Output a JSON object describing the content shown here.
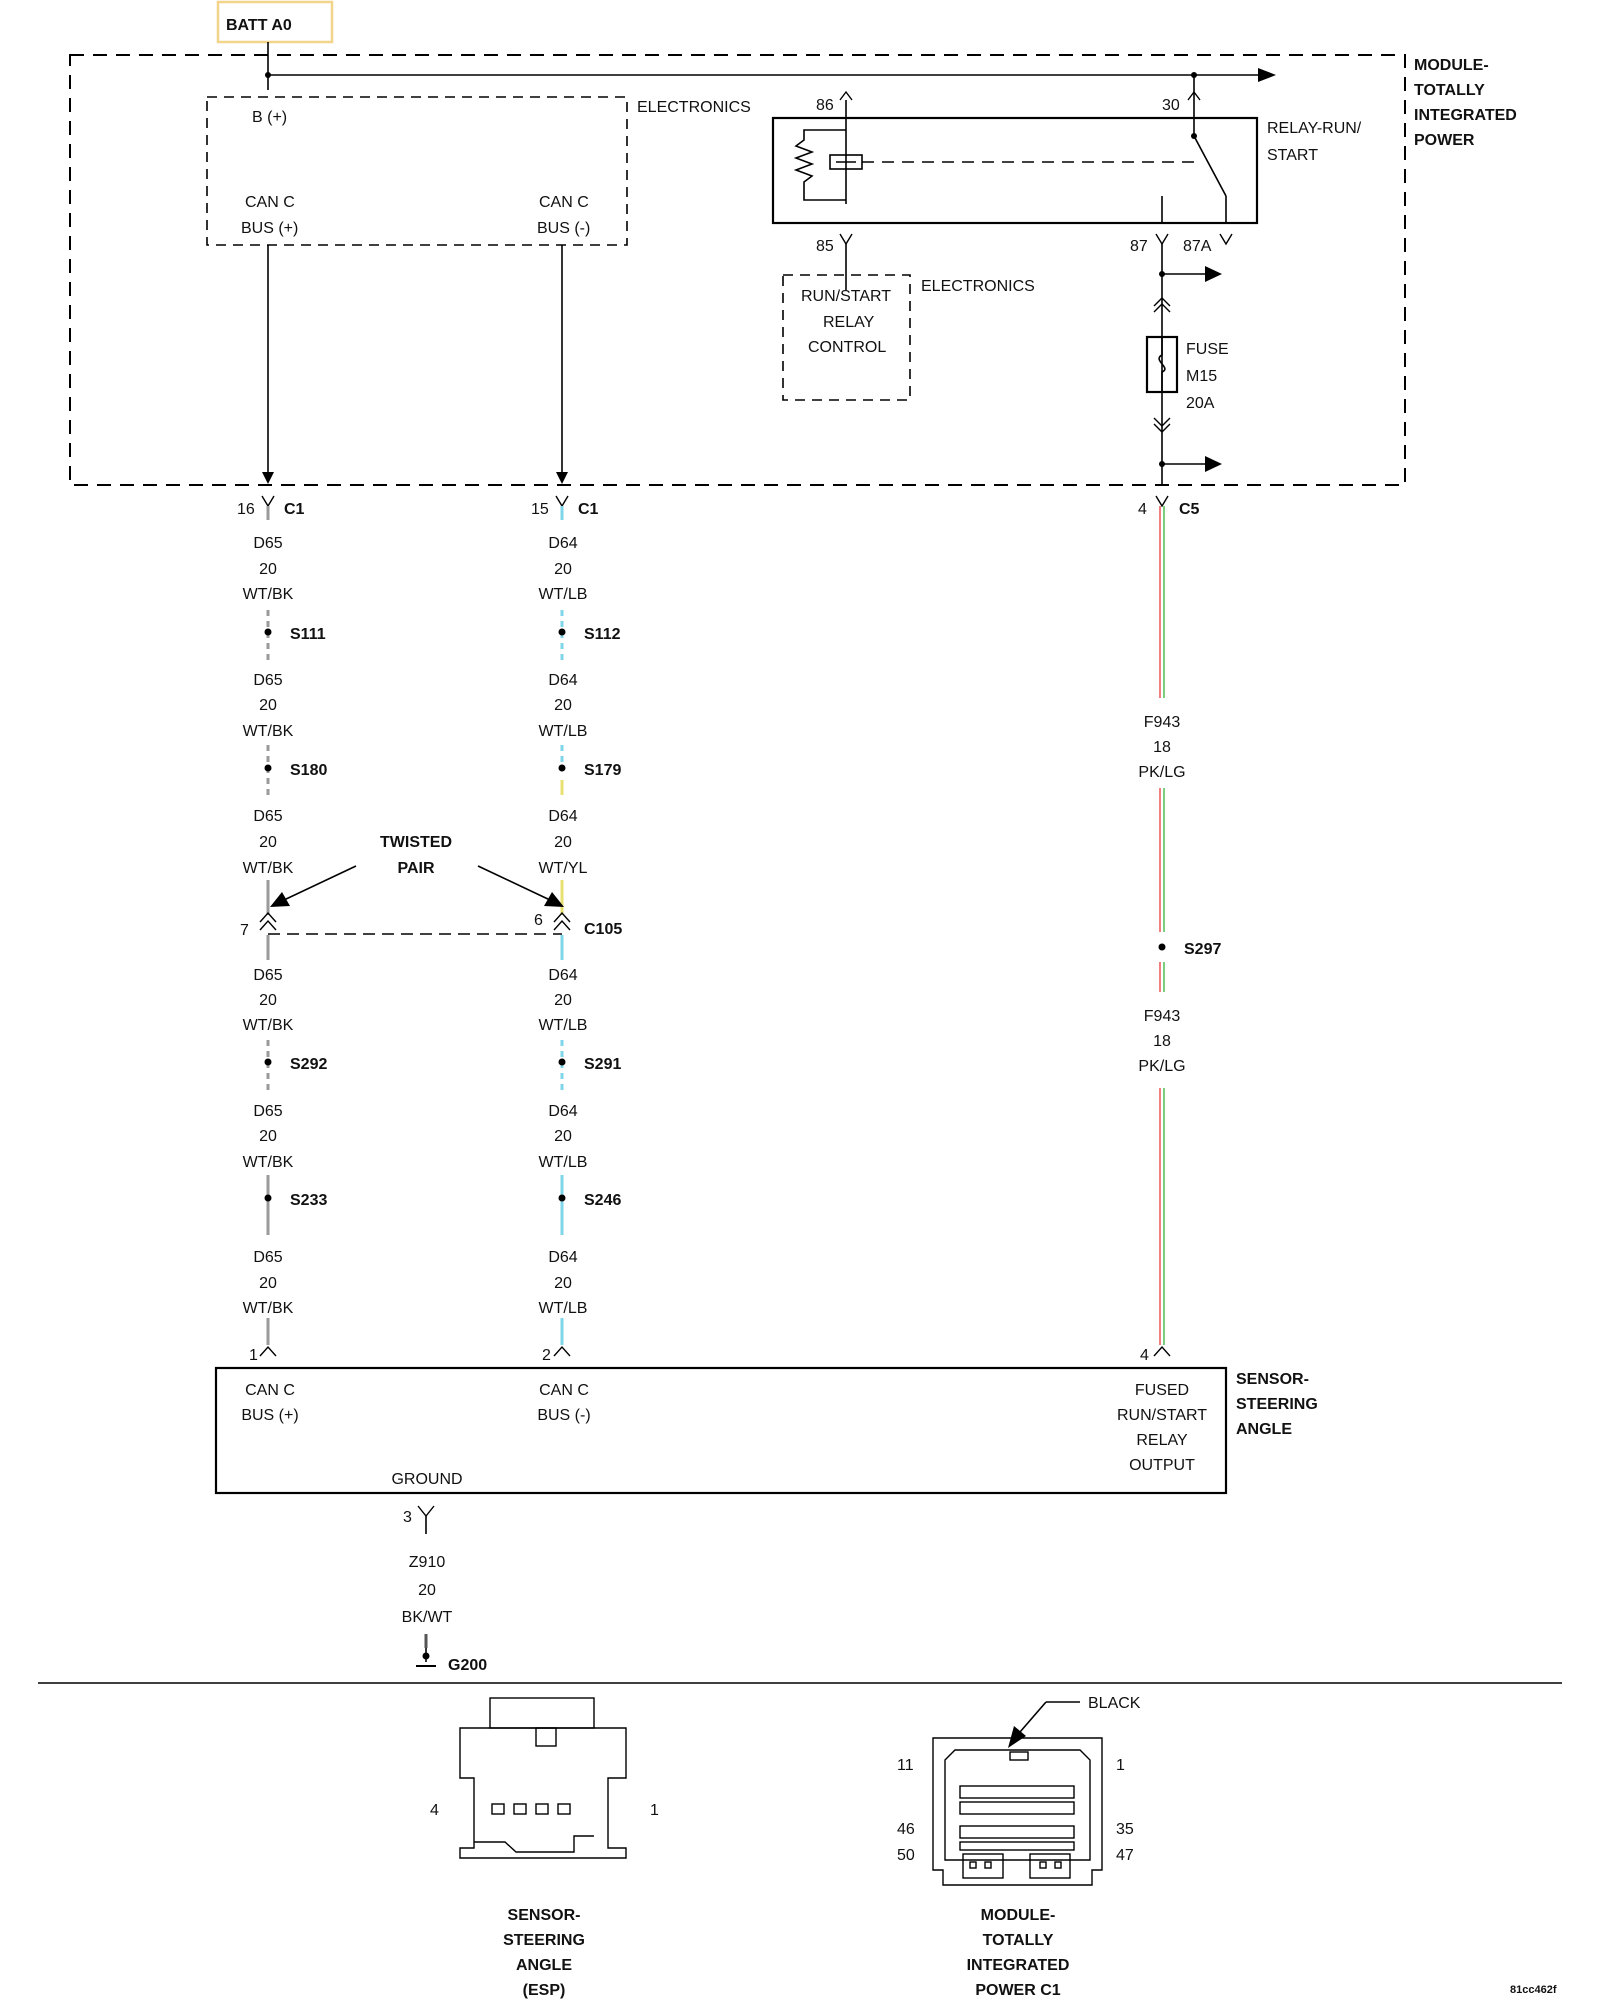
{
  "power": {
    "batt_label": "BATT A0",
    "module_title": [
      "MODULE-",
      "TOTALLY",
      "INTEGRATED",
      "POWER"
    ],
    "electronics_1": "ELECTRONICS",
    "b_plus": "B (+)",
    "can_c_plus": [
      "CAN C",
      "BUS (+)"
    ],
    "can_c_minus": [
      "CAN C",
      "BUS (-)"
    ],
    "relay_title": [
      "RELAY-RUN/",
      "START"
    ],
    "pin_86": "86",
    "pin_30": "30",
    "pin_85": "85",
    "pin_87": "87",
    "pin_87a": "87A",
    "electronics_2": "ELECTRONICS",
    "relay_control": [
      "RUN/START",
      "RELAY",
      "CONTROL"
    ],
    "fuse": [
      "FUSE",
      "M15",
      "20A"
    ]
  },
  "connectors": {
    "c1_left": {
      "pin": "16",
      "name": "C1"
    },
    "c1_right": {
      "pin": "15",
      "name": "C1"
    },
    "c5": {
      "pin": "4",
      "name": "C5"
    },
    "c105_left_pin": "7",
    "c105_right_pin": "6",
    "c105_name": "C105"
  },
  "wire_labels": {
    "d65_bk": [
      "D65",
      "20",
      "WT/BK"
    ],
    "d64_lb": [
      "D64",
      "20",
      "WT/LB"
    ],
    "d64_yl": [
      "D64",
      "20",
      "WT/YL"
    ],
    "f943": [
      "F943",
      "18",
      "PK/LG"
    ],
    "z910": [
      "Z910",
      "20",
      "BK/WT"
    ]
  },
  "splices": {
    "s111": "S111",
    "s112": "S112",
    "s180": "S180",
    "s179": "S179",
    "s292": "S292",
    "s291": "S291",
    "s233": "S233",
    "s246": "S246",
    "s297": "S297"
  },
  "twisted_pair": [
    "TWISTED",
    "PAIR"
  ],
  "sensor": {
    "title": [
      "SENSOR-",
      "STEERING",
      "ANGLE"
    ],
    "pin1": "1",
    "pin2": "2",
    "pin4": "4",
    "pin3": "3",
    "can_plus": [
      "CAN C",
      "BUS (+)"
    ],
    "can_minus": [
      "CAN C",
      "BUS (-)"
    ],
    "fused": [
      "FUSED",
      "RUN/START",
      "RELAY",
      "OUTPUT"
    ],
    "ground": "GROUND"
  },
  "ground_label": "G200",
  "connector_views": {
    "sensor_pins": [
      "4",
      "1"
    ],
    "sensor_caption": [
      "SENSOR-",
      "STEERING",
      "ANGLE",
      "(ESP)"
    ],
    "module_color": "BLACK",
    "module_pins": [
      "11",
      "1",
      "46",
      "35",
      "50",
      "47"
    ],
    "module_caption": [
      "MODULE-",
      "TOTALLY",
      "INTEGRATED",
      "POWER C1"
    ]
  },
  "doc_code": "81cc462f",
  "colors": {
    "batt_box": "#f2d58a",
    "wire_black": "#9a9a9a",
    "wire_lightblue": "#7fd6e8",
    "wire_yellow": "#e8e070",
    "wire_pink": "#f08080",
    "wire_green": "#7ccf7c"
  }
}
